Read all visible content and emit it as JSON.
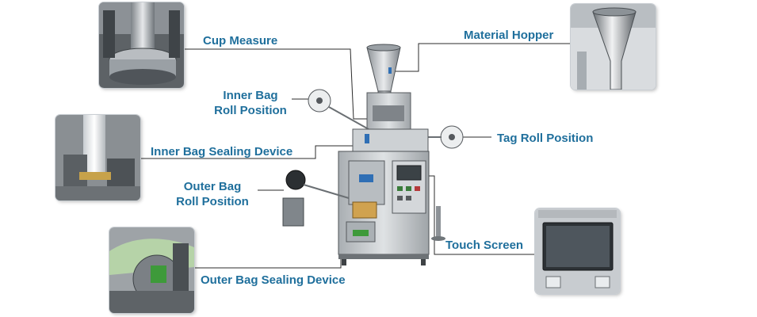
{
  "labels": {
    "cup_measure": "Cup Measure",
    "material_hopper": "Material Hopper",
    "inner_bag_roll_line1": "Inner Bag",
    "inner_bag_roll_line2": "Roll Position",
    "tag_roll_position": "Tag Roll Position",
    "inner_bag_sealing_device": "Inner Bag Sealing Device",
    "outer_bag_roll_line1": "Outer Bag",
    "outer_bag_roll_line2": "Roll Position",
    "touch_screen": "Touch Screen",
    "outer_bag_sealing_device": "Outer Bag Sealing Device"
  },
  "colors": {
    "label_text": "#1f6f9c",
    "leader_line": "#2b2b2b",
    "machine_steel": "#c4c8cc"
  }
}
